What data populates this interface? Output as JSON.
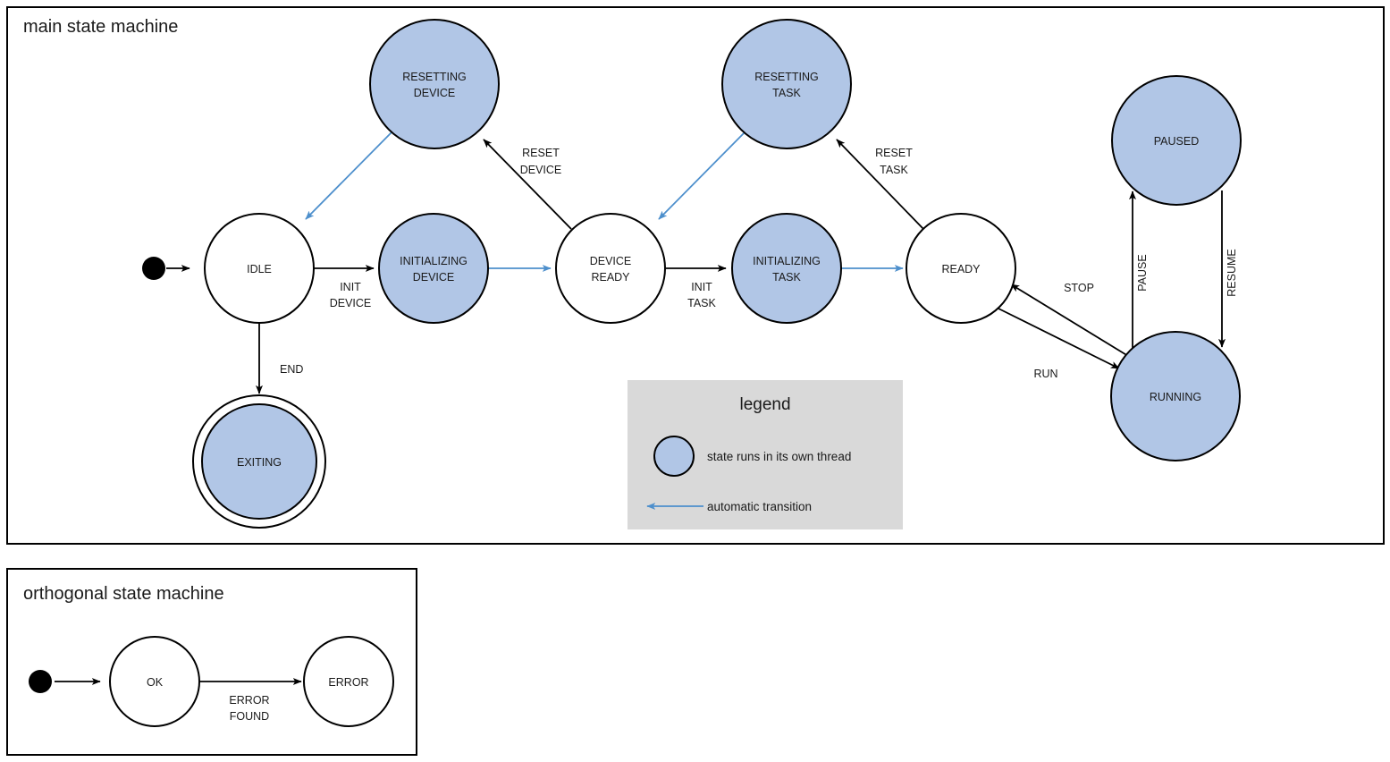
{
  "frames": {
    "main": {
      "title": "main state machine"
    },
    "orthogonal": {
      "title": "orthogonal state machine"
    }
  },
  "legend": {
    "title": "legend",
    "items": [
      {
        "icon": "filled-blue-circle",
        "label": "state runs in its own thread"
      },
      {
        "icon": "blue-left-arrow",
        "label": "automatic transition"
      }
    ]
  },
  "main_states": {
    "idle": "IDLE",
    "initializing_device": "INITIALIZING\nDEVICE",
    "initializing_device_line1": "INITIALIZING",
    "initializing_device_line2": "DEVICE",
    "resetting_device_line1": "RESETTING",
    "resetting_device_line2": "DEVICE",
    "device_ready_line1": "DEVICE",
    "device_ready_line2": "READY",
    "initializing_task_line1": "INITIALIZING",
    "initializing_task_line2": "TASK",
    "resetting_task_line1": "RESETTING",
    "resetting_task_line2": "TASK",
    "ready": "READY",
    "paused": "PAUSED",
    "running": "RUNNING",
    "exiting": "EXITING"
  },
  "main_transitions": {
    "init_device_line1": "INIT",
    "init_device_line2": "DEVICE",
    "reset_device_line1": "RESET",
    "reset_device_line2": "DEVICE",
    "init_task_line1": "INIT",
    "init_task_line2": "TASK",
    "reset_task_line1": "RESET",
    "reset_task_line2": "TASK",
    "end": "END",
    "run": "RUN",
    "stop": "STOP",
    "pause": "PAUSE",
    "resume": "RESUME"
  },
  "orthogonal_states": {
    "ok": "OK",
    "error": "ERROR"
  },
  "orthogonal_transitions": {
    "error_found_line1": "ERROR",
    "error_found_line2": "FOUND"
  },
  "colors": {
    "thread_state_fill": "#b1c6e6",
    "auto_transition": "#4d8fcc",
    "legend_bg": "#d9d9d9",
    "stroke": "#000000",
    "plain_state_fill": "#ffffff"
  }
}
